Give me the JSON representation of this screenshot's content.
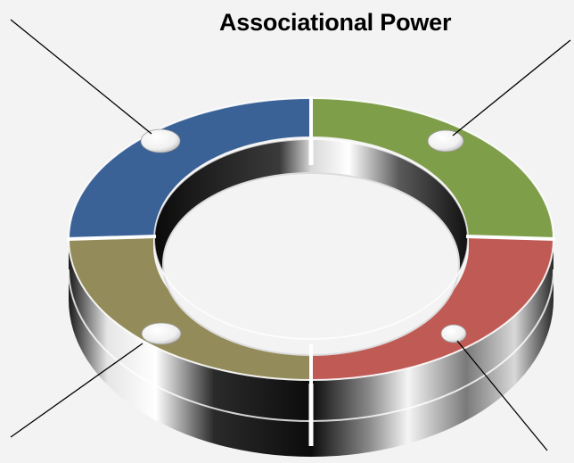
{
  "title": "Associational Power",
  "segments": [
    {
      "position": "top-left",
      "color": "#3b6297"
    },
    {
      "position": "top-right",
      "color": "#7f9e4a"
    },
    {
      "position": "bottom-right",
      "color": "#c05a55"
    },
    {
      "position": "bottom-left",
      "color": "#938c5a"
    }
  ]
}
